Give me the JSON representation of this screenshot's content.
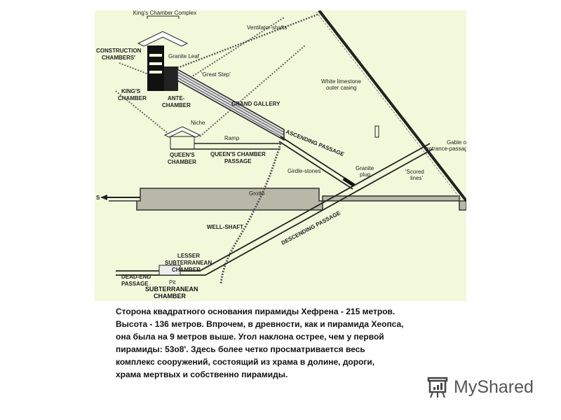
{
  "diagram": {
    "labels": {
      "kings_complex": "King's Chamber Complex",
      "ventilator": "Ventilator-shafts",
      "construction": [
        "CONSTRUCTION",
        "CHAMBERS'"
      ],
      "granite_leaf": "Granite Leaf",
      "great_step": "'Great Step'",
      "kings_chamber": [
        "KING'S",
        "CHAMBER"
      ],
      "ante_chamber": [
        "ANTE-",
        "CHAMBER"
      ],
      "grand_gallery": "GRAND GALLERY",
      "white_limestone": [
        "White limestone",
        "outer casing"
      ],
      "niche": "Niche",
      "ramp": "Ramp",
      "queens_chamber": [
        "QUEEN'S",
        "CHAMBER"
      ],
      "queens_passage": [
        "QUEEN'S CHAMBER",
        "PASSAGE"
      ],
      "ascending": "ASCENDING PASSAGE",
      "gable": [
        "Gable over",
        "entrance-passage"
      ],
      "girdle": "Girdle-stones",
      "granite_plug": [
        "Granite",
        "plug"
      ],
      "scored": [
        "'Scored",
        "lines'"
      ],
      "south": "S",
      "grotto": "Grotto",
      "well_shaft": "WELL-SHAFT",
      "descending": "DESCENDING PASSAGE",
      "lesser": [
        "LESSER",
        "SUBTERRANEAN",
        "CHAMBER"
      ],
      "dead_end": [
        "DEAD-END",
        "PASSAGE"
      ],
      "pit": "Pit",
      "subterranean": [
        "SUBTERRANEAN",
        "CHAMBER"
      ]
    },
    "background_color": "#f2f8da"
  },
  "caption": [
    "Сторона квадратного основания пирамиды Хефрена - 215 метров.",
    "Высота - 136 метров. Впрочем, в древности, как и пирамида Хеопса,",
    "она была на 9 метров выше. Угол наклона острее, чем у первой",
    "пирамиды: 53о8'. Здесь более четко просматривается весь",
    "комплекс сооружений, состоящий из храма в долине, дороги,",
    "храма мертвых и собственно пирамиды."
  ],
  "logo": {
    "text": "MyShared",
    "icon": "presentation-board-icon"
  }
}
